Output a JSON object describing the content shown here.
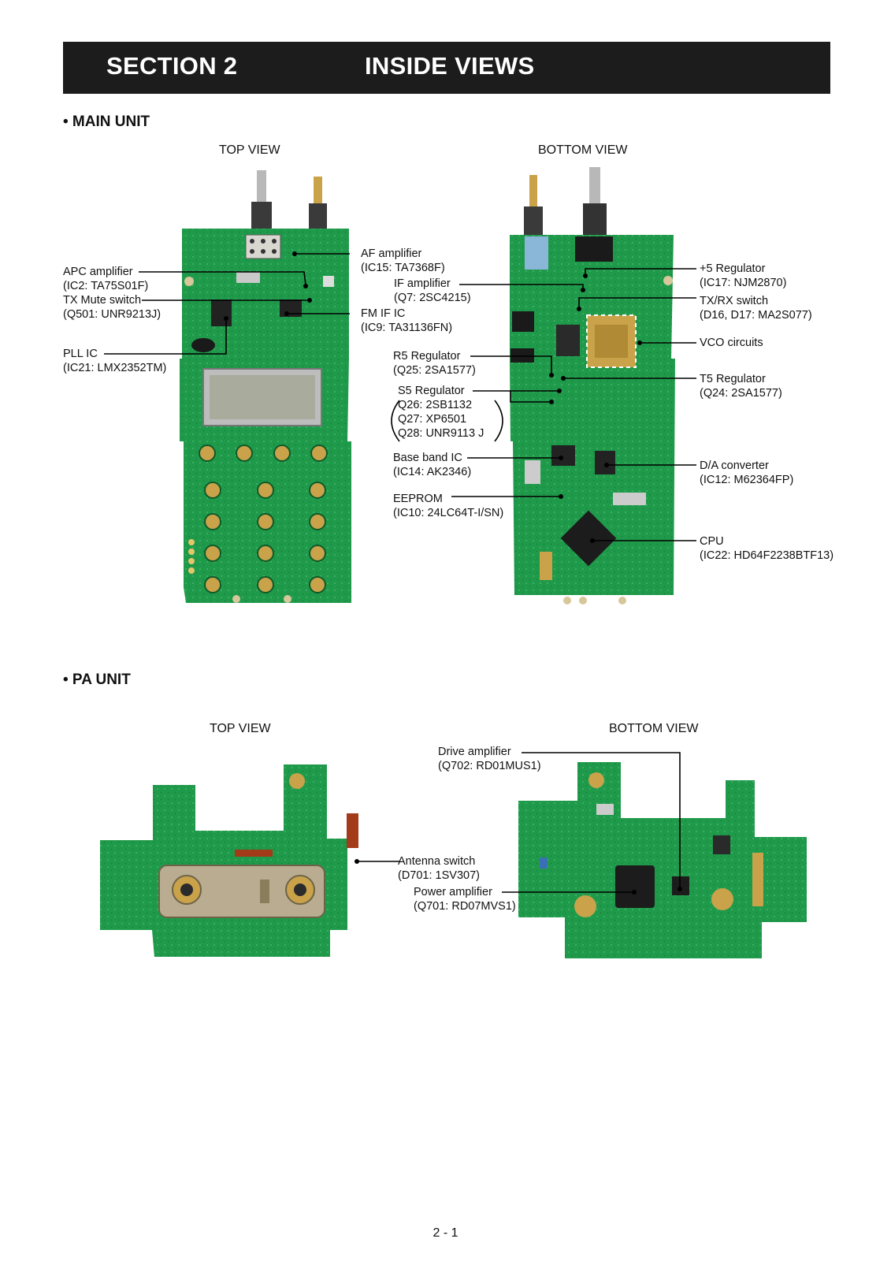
{
  "header": {
    "section": "SECTION 2",
    "title": "INSIDE VIEWS"
  },
  "main_unit": {
    "heading": "• MAIN UNIT",
    "top_view_label": "TOP VIEW",
    "bottom_view_label": "BOTTOM VIEW",
    "callouts": {
      "apc": {
        "name": "APC amplifier",
        "part": "(IC2: TA75S01F)"
      },
      "txmute": {
        "name": "TX Mute switch",
        "part": "(Q501: UNR9213J)"
      },
      "pll": {
        "name": "PLL IC",
        "part": "(IC21: LMX2352TM)"
      },
      "af": {
        "name": "AF amplifier",
        "part": "(IC15: TA7368F)"
      },
      "ifamp": {
        "name": "IF amplifier",
        "part": "(Q7: 2SC4215)"
      },
      "fmif": {
        "name": "FM IF IC",
        "part": "(IC9: TA31136FN)"
      },
      "r5": {
        "name": "R5 Regulator",
        "part": "(Q25: 2SA1577)"
      },
      "s5": {
        "name": "S5 Regulator",
        "parts": [
          "Q26: 2SB1132",
          "Q27: XP6501",
          "Q28: UNR9113 J"
        ]
      },
      "baseband": {
        "name": "Base band IC",
        "part": "(IC14: AK2346)"
      },
      "eeprom": {
        "name": "EEPROM",
        "part": "(IC10: 24LC64T-I/SN)"
      },
      "plus5": {
        "name": "+5 Regulator",
        "part": "(IC17: NJM2870)"
      },
      "txrx": {
        "name": "TX/RX switch",
        "part": "(D16, D17: MA2S077)"
      },
      "vco": {
        "name": "VCO circuits"
      },
      "t5": {
        "name": "T5 Regulator",
        "part": "(Q24: 2SA1577)"
      },
      "da": {
        "name": "D/A converter",
        "part": "(IC12: M62364FP)"
      },
      "cpu": {
        "name": "CPU",
        "part": "(IC22: HD64F2238BTF13)"
      }
    }
  },
  "pa_unit": {
    "heading": "• PA UNIT",
    "top_view_label": "TOP VIEW",
    "bottom_view_label": "BOTTOM VIEW",
    "callouts": {
      "drive": {
        "name": "Drive amplifier",
        "part": "(Q702: RD01MUS1)"
      },
      "antenna": {
        "name": "Antenna switch",
        "part": "(D701: 1SV307)"
      },
      "power": {
        "name": "Power amplifier",
        "part": "(Q701: RD07MVS1)"
      }
    }
  },
  "footer": {
    "page": "2 - 1"
  },
  "colors": {
    "pcb": "#1f9a4a",
    "banner": "#1c1c1c",
    "copper": "#c9a24a"
  }
}
